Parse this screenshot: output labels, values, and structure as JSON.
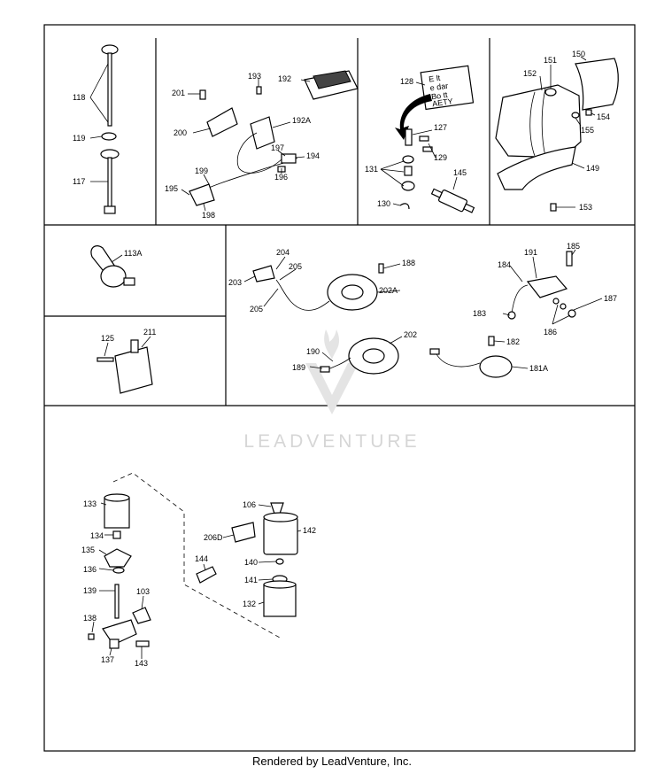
{
  "watermark": "LEADVENTURE",
  "footer": "Rendered by LeadVenture, Inc.",
  "callouts": {
    "c118": "118",
    "c119": "119",
    "c117": "117",
    "c201": "201",
    "c193": "193",
    "c192": "192",
    "c192A": "192A",
    "c200": "200",
    "c197": "197",
    "c194": "194",
    "c196": "196",
    "c199": "199",
    "c195": "195",
    "c198": "198",
    "c128": "128",
    "c127": "127",
    "c129": "129",
    "c131": "131",
    "c145": "145",
    "c130": "130",
    "c150": "150",
    "c151": "151",
    "c152": "152",
    "c154": "154",
    "c155": "155",
    "c149": "149",
    "c153": "153",
    "c113A": "113A",
    "c204": "204",
    "c205a": "205",
    "c203": "203",
    "c205b": "205",
    "c188": "188",
    "c202A": "202A",
    "c190": "190",
    "c189": "189",
    "c202": "202",
    "c185": "185",
    "c191": "191",
    "c184": "184",
    "c187": "187",
    "c183": "183",
    "c186": "186",
    "c182": "182",
    "c181A": "181A",
    "c125": "125",
    "c211": "211",
    "c133": "133",
    "c134": "134",
    "c135": "135",
    "c136": "136",
    "c139": "139",
    "c103": "103",
    "c138": "138",
    "c137": "137",
    "c143": "143",
    "c106": "106",
    "c142": "142",
    "c206D": "206D",
    "c144": "144",
    "c140": "140",
    "c141": "141",
    "c132": "132"
  },
  "decal_text": [
    "E  lt",
    "e  dar",
    "Bo  tt",
    "AETY"
  ]
}
